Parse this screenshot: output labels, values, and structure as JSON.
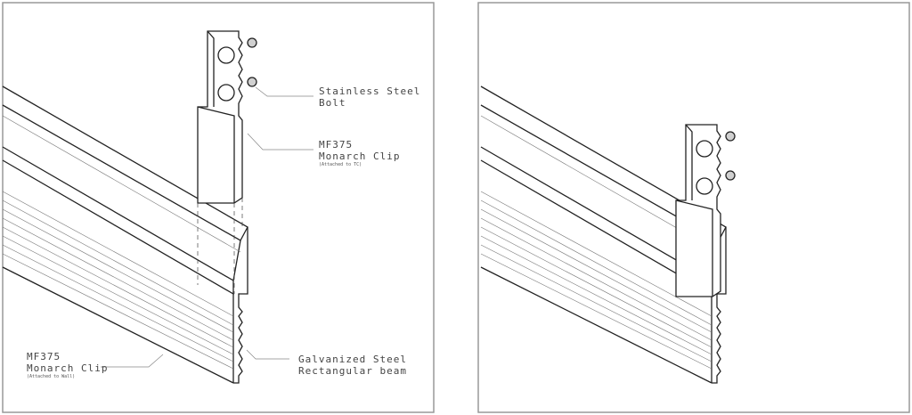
{
  "labels": {
    "bolt": {
      "line1": "Stainless Steel",
      "line2": "Bolt"
    },
    "clip_tc": {
      "line1": "MF375",
      "line2": "Monarch Clip",
      "note": "(Attached to TC)"
    },
    "clip_wall": {
      "line1": "MF375",
      "line2": "Monarch Clip",
      "note": "(Attached to Wall)"
    },
    "beam": {
      "line1": "Galvanized Steel",
      "line2": "Rectangular beam"
    }
  },
  "colors": {
    "line": "#222222",
    "frame": "#999999",
    "bolt": "#d0d0d0"
  }
}
